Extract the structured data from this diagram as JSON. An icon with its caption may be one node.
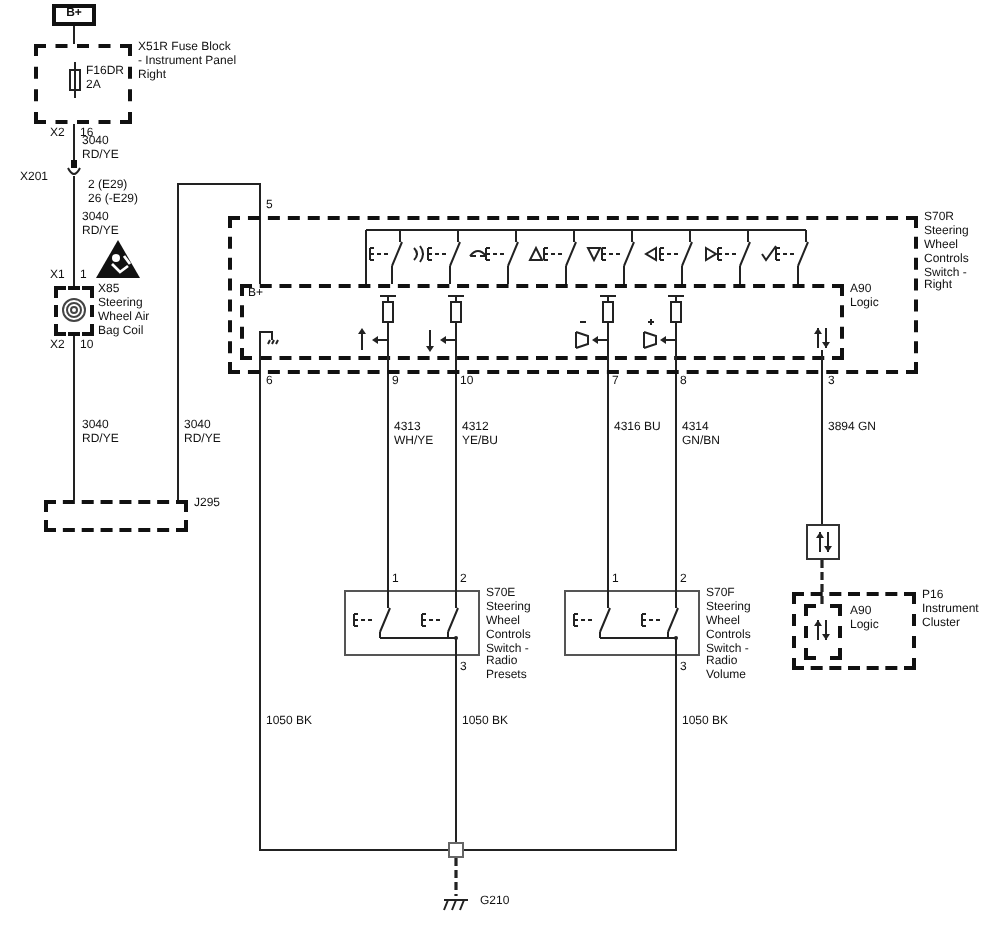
{
  "diagram": {
    "nodes": [
      {
        "text": [
          "B+"
        ]
      },
      {
        "text": [
          "X51R Fuse Block - Instrument Panel Right"
        ]
      },
      {
        "text": [
          "F16DR 2A"
        ],
        "in": 1
      },
      {
        "text": [
          "X201"
        ],
        "beside": [
          "2 (E29)",
          "26 (-E29)"
        ]
      },
      {
        "text": [
          "X85 Steering Wheel Air Bag Coil"
        ]
      },
      {
        "text": [
          "J295"
        ]
      },
      {
        "text": [
          "S70R Steering Wheel Controls Switch - Right"
        ]
      },
      {
        "text": [
          "A90 Logic"
        ],
        "in": 6
      },
      {
        "text": [
          "S70E Steering Wheel Controls Switch - Radio Presets"
        ]
      },
      {
        "text": [
          "S70F Steering Wheel Controls Switch - Radio Volume"
        ]
      },
      {
        "text": [],
        "shape": "box"
      },
      {
        "text": [
          "P16 Instrument Cluster"
        ]
      },
      {
        "text": [
          "A90 Logic"
        ],
        "in": 11
      },
      {
        "text": [],
        "shape": "box"
      },
      {
        "text": [
          "G210"
        ]
      }
    ],
    "edges": [
      {
        "from": 0,
        "to": 1,
        "arrow": "none"
      },
      {
        "from": 1,
        "to": 3,
        "arrow": "none",
        "label": "3040 RD/YE"
      },
      {
        "from": 3,
        "to": 4,
        "arrow": "none",
        "label": "3040 RD/YE"
      },
      {
        "from": 4,
        "to": 5,
        "arrow": "none",
        "label": "3040 RD/YE"
      },
      {
        "from": 5,
        "to": 7,
        "arrow": "none",
        "label": "3040 RD/YE"
      },
      {
        "from": 7,
        "to": 8,
        "arrow": "none",
        "label": "4313 WH/YE"
      },
      {
        "from": 7,
        "to": 8,
        "arrow": "none",
        "label": "4312 YE/BU"
      },
      {
        "from": 7,
        "to": 9,
        "arrow": "none",
        "label": "4316 BU"
      },
      {
        "from": 7,
        "to": 9,
        "arrow": "none",
        "label": "4314 GN/BN"
      },
      {
        "from": 7,
        "to": 10,
        "arrow": "none",
        "label": "3894 GN"
      },
      {
        "from": 10,
        "to": 12,
        "arrow": "none",
        "style": "dashed"
      },
      {
        "from": 7,
        "to": 13,
        "arrow": "none",
        "label": "1050 BK"
      },
      {
        "from": 8,
        "to": 13,
        "arrow": "none",
        "label": "1050 BK"
      },
      {
        "from": 9,
        "to": 13,
        "arrow": "none",
        "label": "1050 BK"
      },
      {
        "from": 13,
        "to": 14,
        "arrow": "none",
        "style": "dashed"
      }
    ],
    "labels": [
      "X2",
      "16",
      "X1",
      "1",
      "X2",
      "10",
      "5",
      "B+",
      "6",
      "9",
      "10",
      "7",
      "8",
      "3",
      "1",
      "2",
      "3",
      "1",
      "2",
      "3"
    ]
  }
}
